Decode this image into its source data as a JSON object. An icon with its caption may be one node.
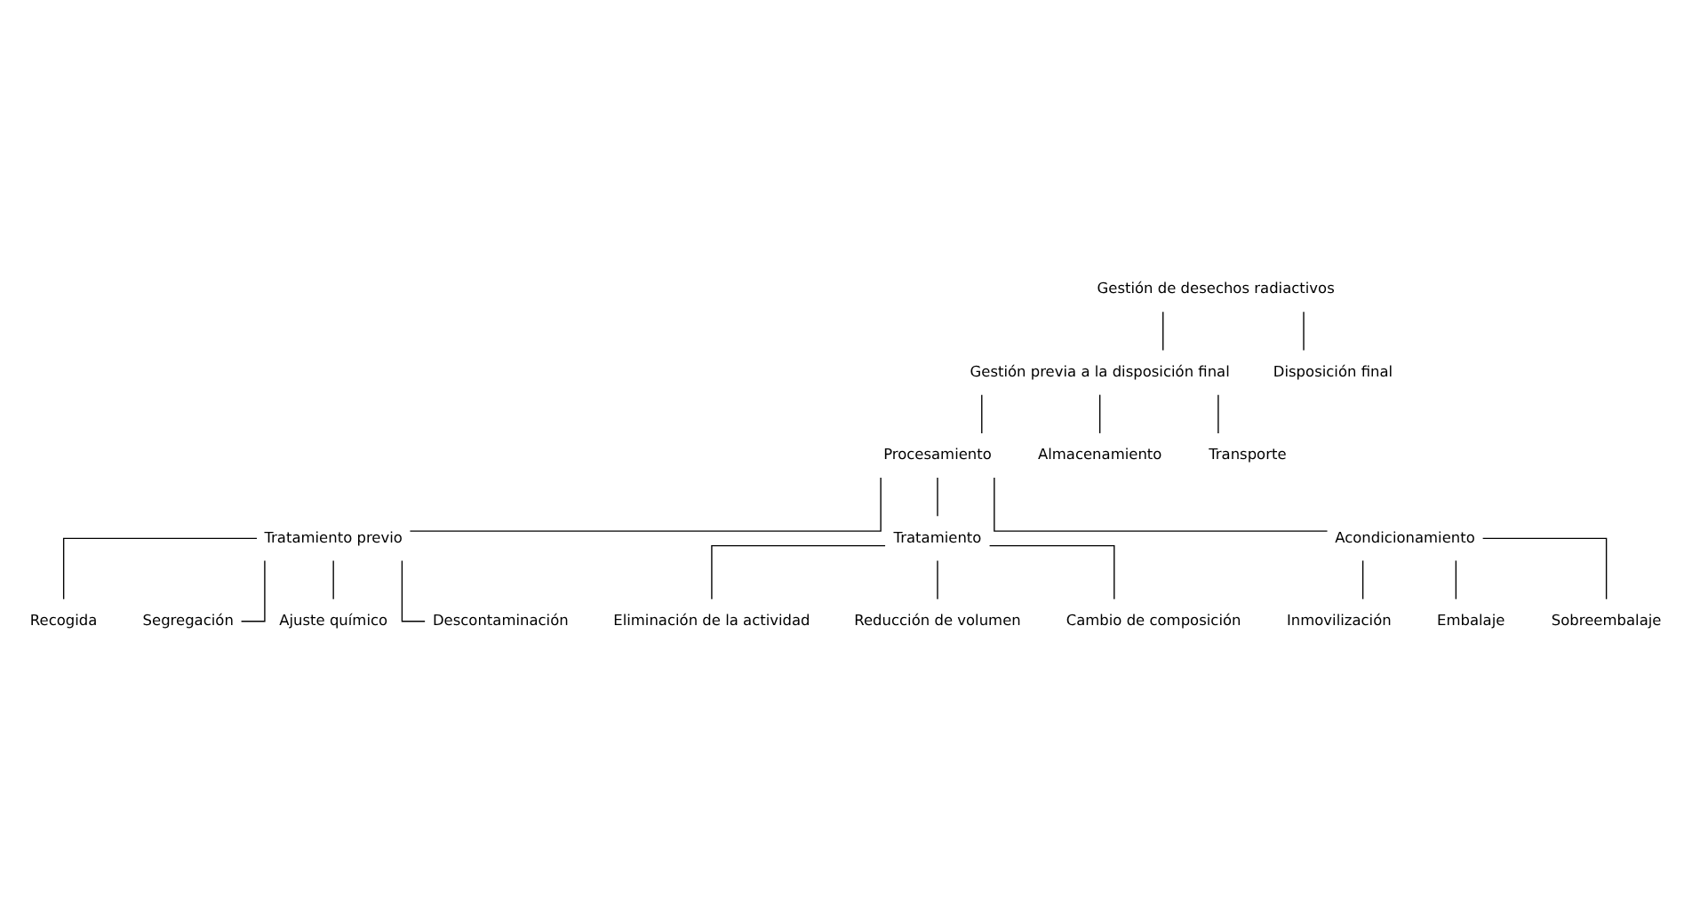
{
  "diagram": {
    "nodes": [
      {
        "text": [
          "Gestión de desechos radiactivos"
        ]
      },
      {
        "text": [
          "Gestión previa a la disposición final"
        ]
      },
      {
        "text": [
          "Disposición final"
        ]
      },
      {
        "text": [
          "Procesamiento"
        ]
      },
      {
        "text": [
          "Almacenamiento"
        ]
      },
      {
        "text": [
          "Transporte"
        ]
      },
      {
        "text": [
          "Tratamiento previo"
        ]
      },
      {
        "text": [
          "Tratamiento"
        ]
      },
      {
        "text": [
          "Acondicionamiento"
        ]
      },
      {
        "text": [
          "Recogida"
        ]
      },
      {
        "text": [
          "Segregación"
        ]
      },
      {
        "text": [
          "Ajuste químico"
        ]
      },
      {
        "text": [
          "Descontaminación"
        ]
      },
      {
        "text": [
          "Eliminación de la actividad"
        ]
      },
      {
        "text": [
          "Reducción de volumen"
        ]
      },
      {
        "text": [
          "Cambio de composición"
        ]
      },
      {
        "text": [
          "Inmovilización"
        ]
      },
      {
        "text": [
          "Embalaje"
        ]
      },
      {
        "text": [
          "Sobreembalaje"
        ]
      }
    ],
    "edges": [
      {
        "from": 0,
        "to": 1,
        "arrow": "none"
      },
      {
        "from": 0,
        "to": 2,
        "arrow": "none"
      },
      {
        "from": 1,
        "to": 3,
        "arrow": "none"
      },
      {
        "from": 1,
        "to": 4,
        "arrow": "none"
      },
      {
        "from": 1,
        "to": 5,
        "arrow": "none"
      },
      {
        "from": 3,
        "to": 6,
        "arrow": "none"
      },
      {
        "from": 3,
        "to": 7,
        "arrow": "none"
      },
      {
        "from": 3,
        "to": 8,
        "arrow": "none"
      },
      {
        "from": 6,
        "to": 9,
        "arrow": "none"
      },
      {
        "from": 6,
        "to": 10,
        "arrow": "none"
      },
      {
        "from": 6,
        "to": 11,
        "arrow": "none"
      },
      {
        "from": 6,
        "to": 12,
        "arrow": "none"
      },
      {
        "from": 7,
        "to": 13,
        "arrow": "none"
      },
      {
        "from": 7,
        "to": 14,
        "arrow": "none"
      },
      {
        "from": 7,
        "to": 15,
        "arrow": "none"
      },
      {
        "from": 8,
        "to": 16,
        "arrow": "none"
      },
      {
        "from": 8,
        "to": 17,
        "arrow": "none"
      },
      {
        "from": 8,
        "to": 18,
        "arrow": "none"
      }
    ]
  }
}
